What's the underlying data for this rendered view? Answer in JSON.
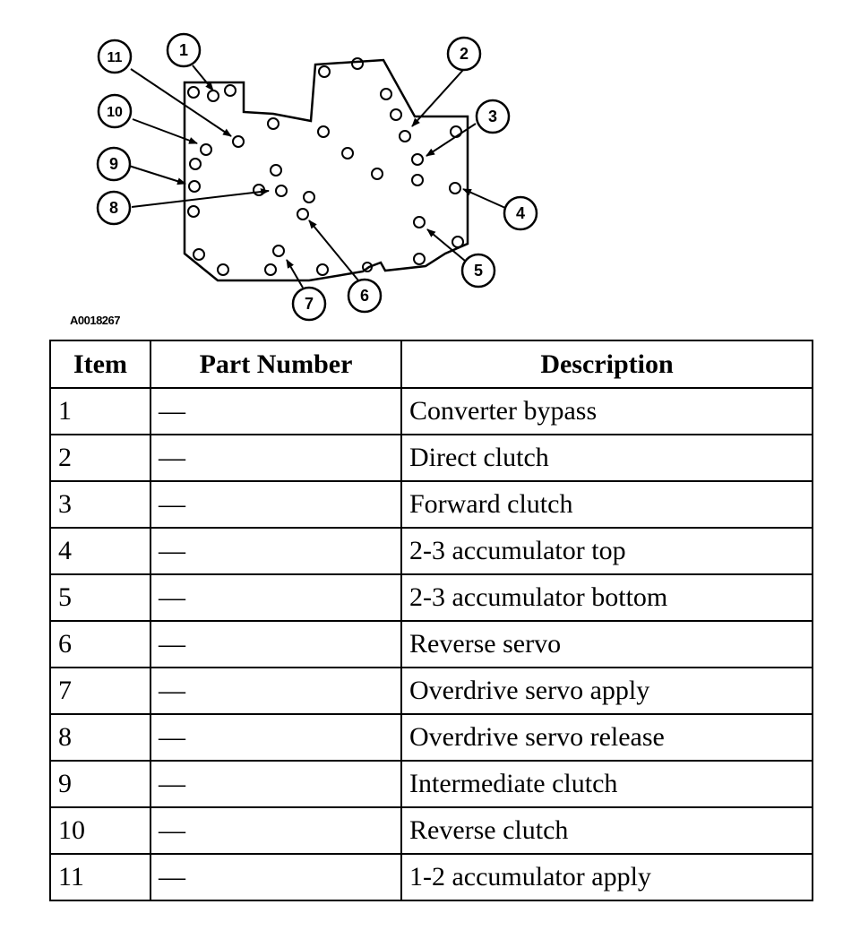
{
  "figure": {
    "callouts": [
      "1",
      "2",
      "3",
      "4",
      "5",
      "6",
      "7",
      "8",
      "9",
      "10",
      "11"
    ],
    "figure_id": "A0018267"
  },
  "table": {
    "headers": [
      "Item",
      "Part Number",
      "Description"
    ],
    "rows": [
      {
        "item": "1",
        "part": "—",
        "desc": "Converter bypass"
      },
      {
        "item": "2",
        "part": "—",
        "desc": "Direct clutch"
      },
      {
        "item": "3",
        "part": "—",
        "desc": "Forward clutch"
      },
      {
        "item": "4",
        "part": "—",
        "desc": "2-3 accumulator top"
      },
      {
        "item": "5",
        "part": "—",
        "desc": "2-3 accumulator bottom"
      },
      {
        "item": "6",
        "part": "—",
        "desc": "Reverse servo"
      },
      {
        "item": "7",
        "part": "—",
        "desc": "Overdrive servo apply"
      },
      {
        "item": "8",
        "part": "—",
        "desc": "Overdrive servo release"
      },
      {
        "item": "9",
        "part": "—",
        "desc": "Intermediate clutch"
      },
      {
        "item": "10",
        "part": "—",
        "desc": "Reverse clutch"
      },
      {
        "item": "11",
        "part": "—",
        "desc": "1-2 accumulator apply"
      }
    ]
  }
}
